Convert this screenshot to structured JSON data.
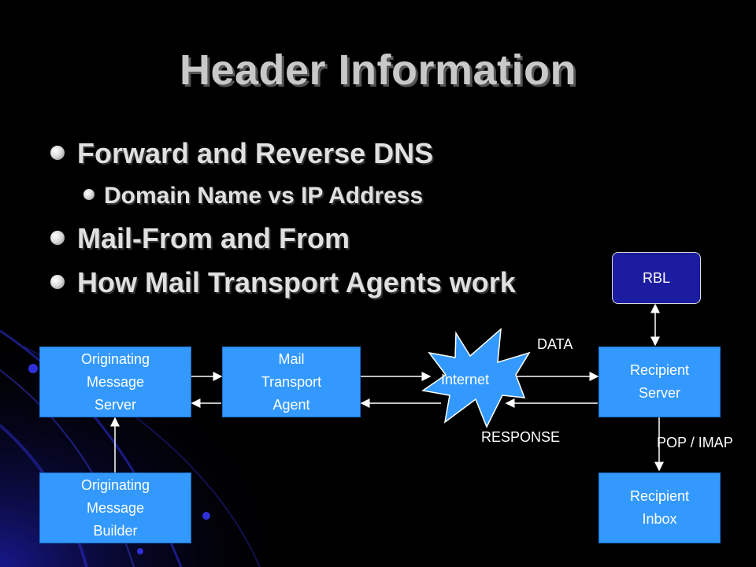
{
  "title": "Header Information",
  "bullets": [
    {
      "text": "Forward and Reverse DNS",
      "level": 1
    },
    {
      "text": "Domain Name vs IP Address",
      "level": 2
    },
    {
      "text": "Mail-From and From",
      "level": 1
    },
    {
      "text": "How Mail Transport Agents work",
      "level": 1
    }
  ],
  "diagram": {
    "rbl": "RBL",
    "originating_server": [
      "Originating",
      "Message",
      "Server"
    ],
    "mta": [
      "Mail",
      "Transport",
      "Agent"
    ],
    "internet": "Internet",
    "recipient_server": [
      "Recipient",
      "Server"
    ],
    "builder": [
      "Originating",
      "Message",
      "Builder"
    ],
    "inbox": [
      "Recipient",
      "Inbox"
    ],
    "data_label": "DATA",
    "response_label": "RESPONSE",
    "pop_label": "POP / IMAP"
  },
  "colors": {
    "background": "#000000",
    "box_fill": "#3399ff",
    "rbl_fill": "#1c1ca0",
    "accent_decor": "#2a2ad0"
  }
}
